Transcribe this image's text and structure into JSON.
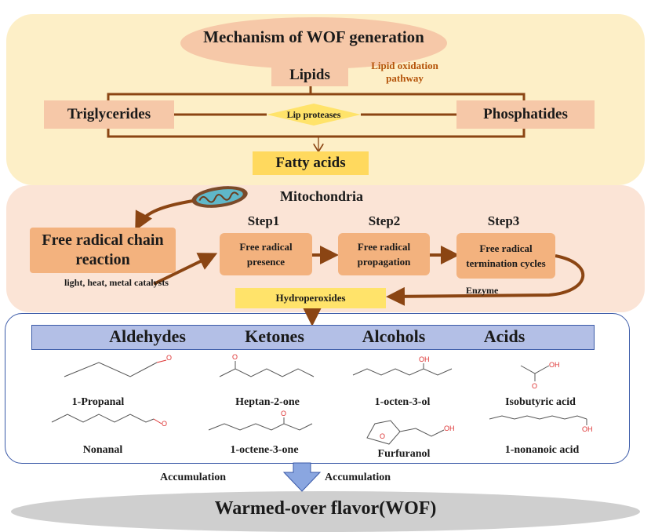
{
  "title": "Mechanism of WOF generation",
  "lipids": "Lipids",
  "lipid_oxidation_pathway": "Lipid oxidation pathway",
  "triglycerides": "Triglycerides",
  "phosphatides": "Phosphatides",
  "lip_proteases": "Lip proteases",
  "fatty_acids": "Fatty acids",
  "mitochondria": "Mitochondria",
  "free_radical_chain": "Free radical chain reaction",
  "conditions": "light, heat, metal catalysts",
  "steps": [
    {
      "label": "Step1",
      "box": "Free radical presence"
    },
    {
      "label": "Step2",
      "box": "Free radical propagation"
    },
    {
      "label": "Step3",
      "box": "Free radical termination cycles"
    }
  ],
  "hydroperoxides": "Hydroperoxides",
  "enzyme": "Enzyme",
  "classes": [
    "Aldehydes",
    "Ketones",
    "Alcohols",
    "Acids"
  ],
  "compounds": {
    "row1": [
      "1-Propanal",
      "Heptan-2-one",
      "1-octen-3-ol",
      "Isobutyric acid"
    ],
    "row2": [
      "Nonanal",
      "1-octene-3-one",
      "Furfuranol",
      "1-nonanoic acid"
    ]
  },
  "atom_labels": {
    "oxygen": "O",
    "hydroxyl": "OH"
  },
  "accumulation": "Accumulation",
  "wof": "Warmed-over flavor(WOF)",
  "colors": {
    "panel_yellow": "#fdefc7",
    "panel_peach": "#fbe4d6",
    "box_peach": "#f6c8a8",
    "box_orange": "#f3b27e",
    "highlight_yellow": "#ffd95e",
    "arrow_brown": "#8b4513",
    "class_bar": "#b3bfe6",
    "border_blue": "#3b5aa8"
  },
  "icons": [
    "mitochondrion-icon",
    "down-arrow-icon",
    "double-headed-arrow"
  ]
}
